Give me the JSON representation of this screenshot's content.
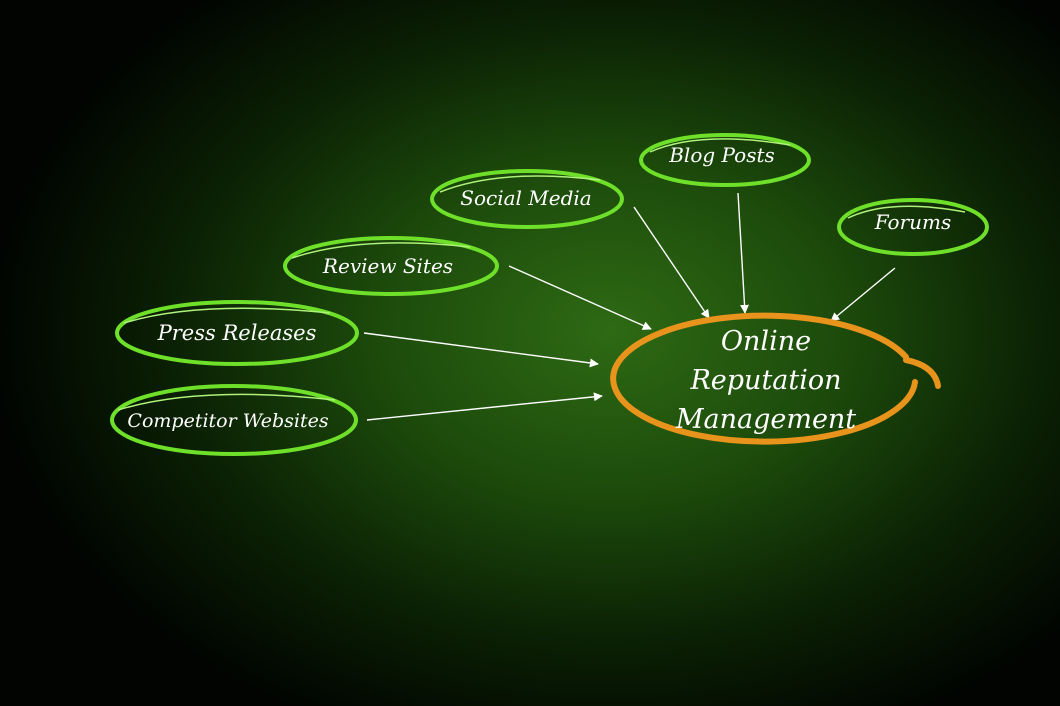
{
  "colors": {
    "node_ring": "#6fe02a",
    "node_ring_light": "#aef27a",
    "hub_ring": "#e8941c",
    "arrow": "#ffffff",
    "text": "#ffffff"
  },
  "hub": {
    "lines": [
      "Online",
      "Reputation",
      "Management"
    ]
  },
  "nodes": [
    {
      "id": "blog-posts",
      "label": "Blog Posts"
    },
    {
      "id": "social-media",
      "label": "Social Media"
    },
    {
      "id": "forums",
      "label": "Forums"
    },
    {
      "id": "review-sites",
      "label": "Review Sites"
    },
    {
      "id": "press-releases",
      "label": "Press Releases"
    },
    {
      "id": "competitor-websites",
      "label": "Competitor Websites"
    }
  ]
}
